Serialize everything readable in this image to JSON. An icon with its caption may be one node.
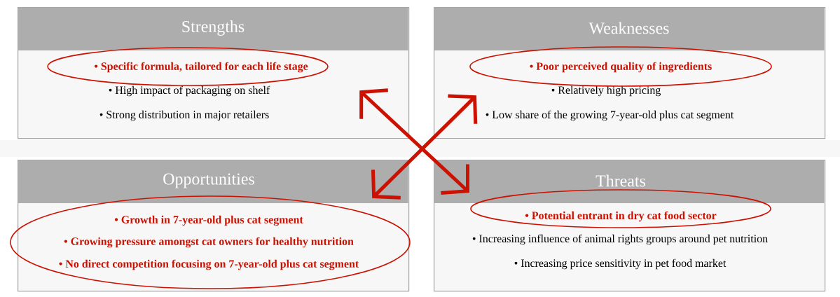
{
  "diagram": {
    "nodes": [
      {
        "text": [
          "Strengths",
          "• High impact of packaging on shelf",
          "• Strong distribution in major retailers"
        ]
      },
      {
        "text": [
          "• Specific formula, tailored for each life stage"
        ],
        "in": 0
      },
      {
        "text": [
          "Weaknesses",
          "• Relatively high pricing",
          "• Low share of the growing 7-year-old plus cat segment"
        ]
      },
      {
        "text": [
          "• Poor perceived quality of ingredients"
        ],
        "in": 2
      },
      {
        "text": [
          "Opportunities"
        ]
      },
      {
        "text": [
          "• Growth in 7-year-old plus cat segment",
          "• Growing pressure amongst cat owners for healthy nutrition",
          "• No direct competition focusing on 7-year-old plus cat segment"
        ],
        "in": 4
      },
      {
        "text": [
          "Threats",
          "• Increasing influence of animal rights groups around pet nutrition",
          "• Increasing price sensitivity in pet food market"
        ]
      },
      {
        "text": [
          "• Potential entrant in dry cat food sector"
        ],
        "in": 6
      }
    ],
    "edges": [
      {
        "from": 0,
        "to": 6,
        "arrow": "both"
      },
      {
        "from": 2,
        "to": 4,
        "arrow": "both"
      }
    ]
  }
}
